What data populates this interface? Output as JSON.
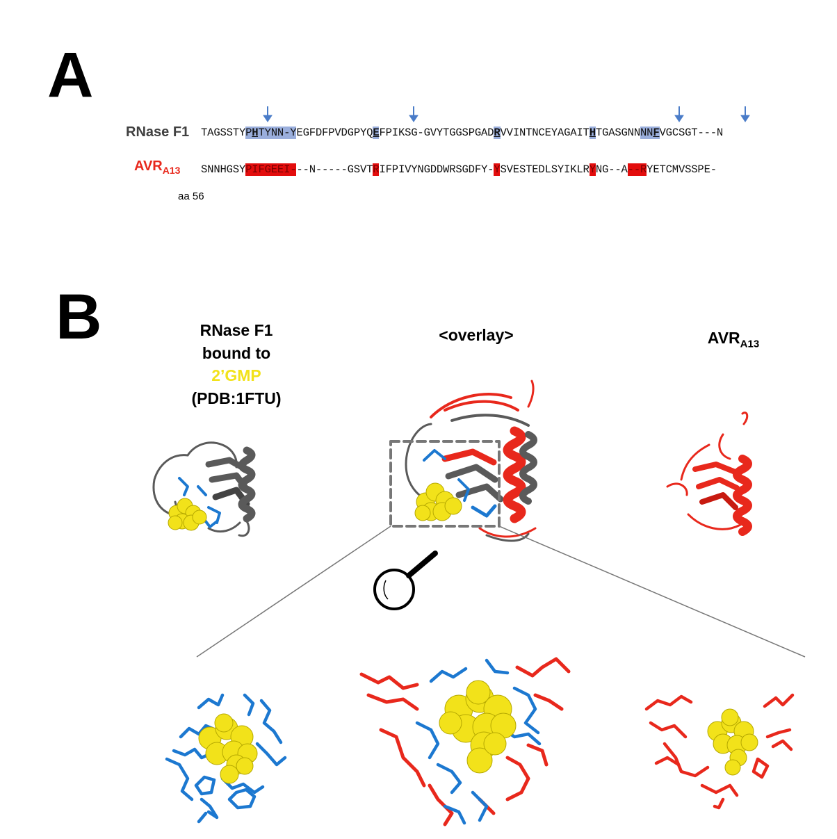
{
  "panelA": {
    "letter": "A",
    "f1_name": "RNase F1",
    "avr_name": "AVR",
    "avr_sub": "A13",
    "f1_segments": [
      {
        "t": "TAGSSTY",
        "c": ""
      },
      {
        "t": "P",
        "c": "b"
      },
      {
        "t": "H",
        "c": "bk"
      },
      {
        "t": "TYNN-Y",
        "c": "b"
      },
      {
        "t": "EGFDFPVDGPYQ",
        "c": ""
      },
      {
        "t": "E",
        "c": "bk"
      },
      {
        "t": "FPIKSG-GVYTGGSPGAD",
        "c": ""
      },
      {
        "t": "R",
        "c": "bk"
      },
      {
        "t": "VVINTNCEYAGAIT",
        "c": ""
      },
      {
        "t": "H",
        "c": "bk"
      },
      {
        "t": "TGASGNN",
        "c": ""
      },
      {
        "t": "NN",
        "c": "b"
      },
      {
        "t": "F",
        "c": "bk"
      },
      {
        "t": "VGCSGT---N",
        "c": ""
      }
    ],
    "avr_segments": [
      {
        "t": "SNNHGSY",
        "c": ""
      },
      {
        "t": "P",
        "c": "r"
      },
      {
        "t": "IFGEEI-",
        "c": "r"
      },
      {
        "t": "--N-----GSVT",
        "c": ""
      },
      {
        "t": "R",
        "c": "r"
      },
      {
        "t": "IFPIVYNGDDWRSGDFY-",
        "c": ""
      },
      {
        "t": "Y",
        "c": "r"
      },
      {
        "t": "SVESTEDLSYIKLR",
        "c": ""
      },
      {
        "t": "Y",
        "c": "r"
      },
      {
        "t": "NG--A",
        "c": ""
      },
      {
        "t": "--R",
        "c": "r"
      },
      {
        "t": "YETCMVSSPE-",
        "c": ""
      }
    ],
    "position_label": "aa 56"
  },
  "panelB": {
    "letter": "B",
    "title_f1": [
      "RNase F1",
      "bound to",
      "2’GMP",
      "(PDB:1FTU)"
    ],
    "title_overlay": "<overlay>",
    "title_avr": "AVR",
    "title_avr_sub": "A13",
    "colors": {
      "rnase": "#5a5a5a",
      "avr": "#e8281c",
      "active_site": "#1c78d0",
      "ligand": "#f2e21a",
      "highlight_blue": "#9aaedc",
      "arrow": "#4a7cc8"
    }
  }
}
